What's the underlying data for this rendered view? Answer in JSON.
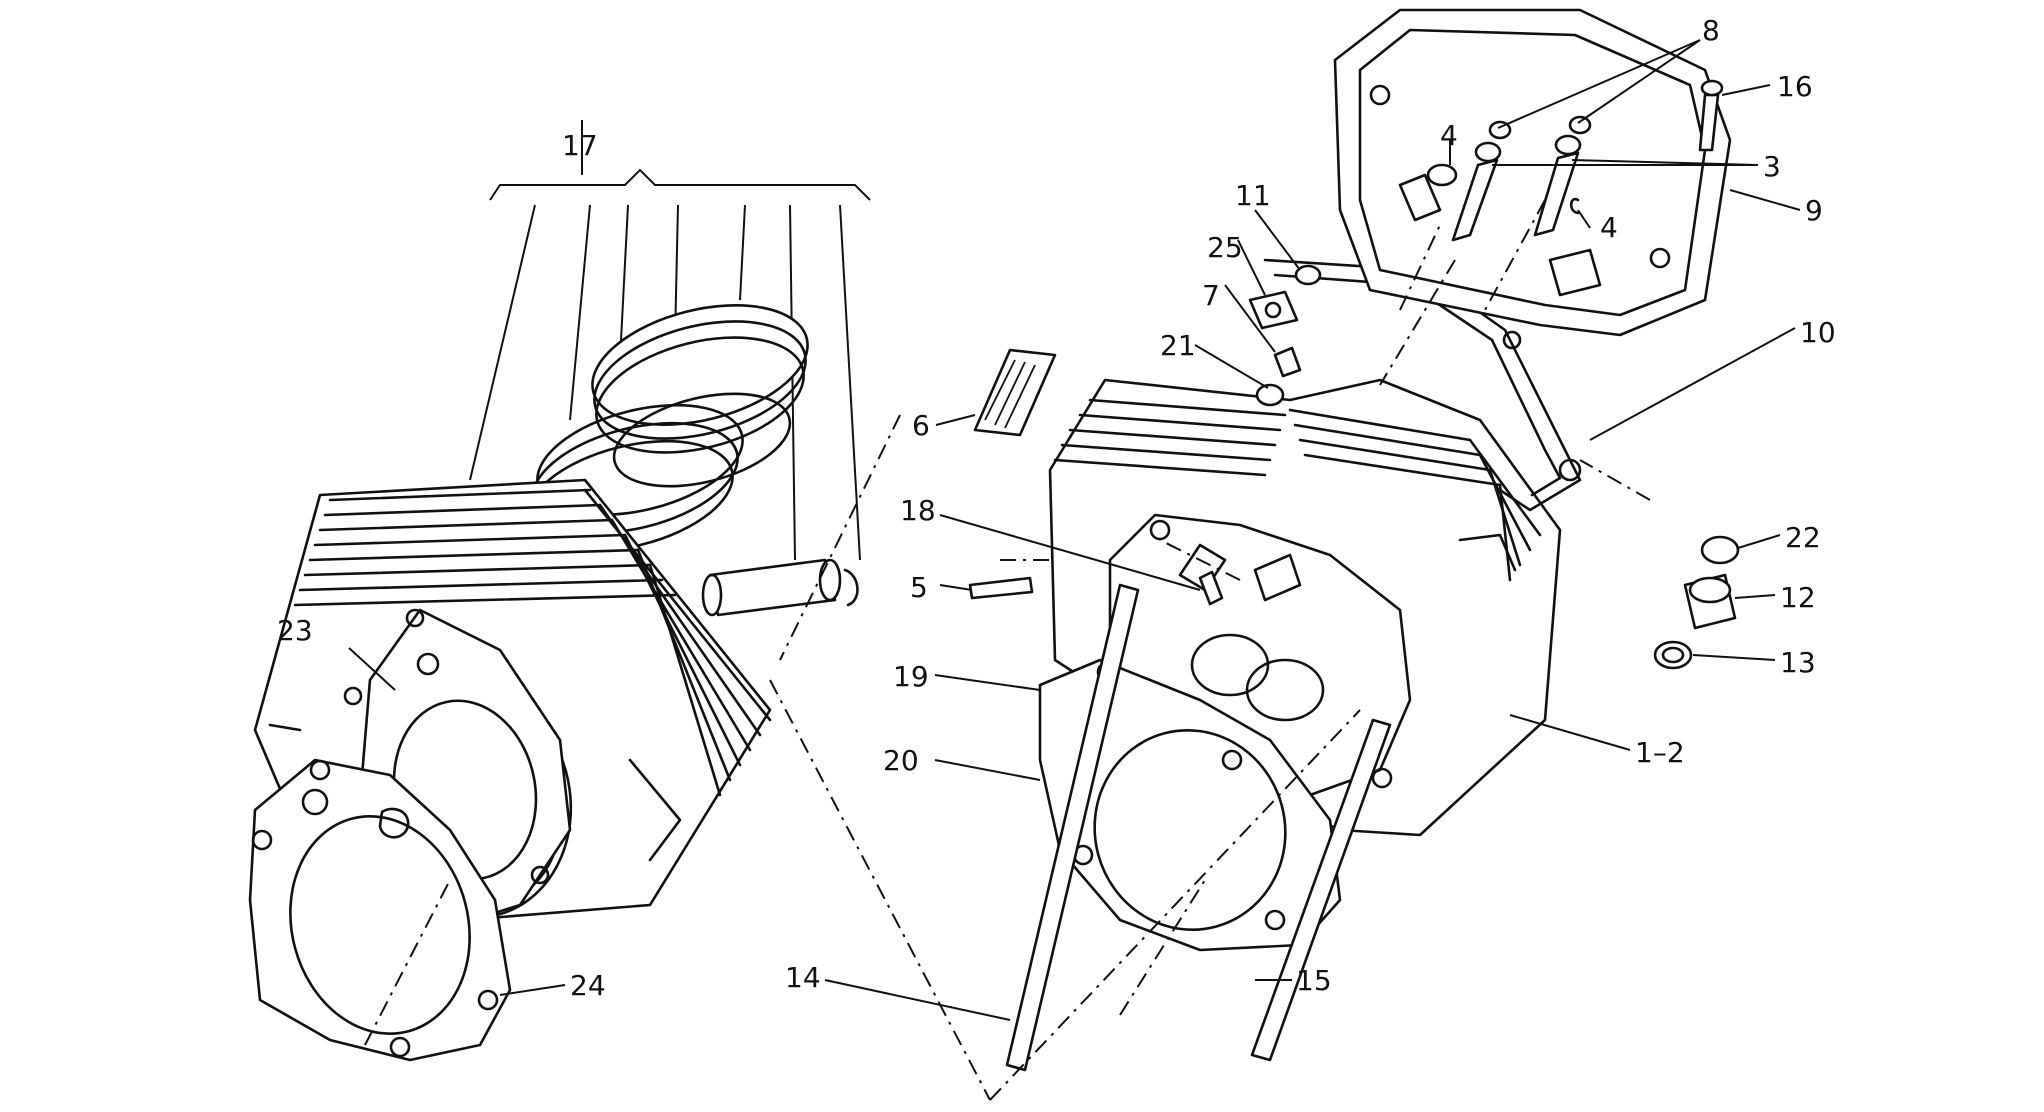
{
  "diagram": {
    "callouts": [
      {
        "id": "17",
        "text": "17"
      },
      {
        "id": "23",
        "text": "23"
      },
      {
        "id": "24",
        "text": "24"
      },
      {
        "id": "6",
        "text": "6"
      },
      {
        "id": "18",
        "text": "18"
      },
      {
        "id": "5",
        "text": "5"
      },
      {
        "id": "19",
        "text": "19"
      },
      {
        "id": "20",
        "text": "20"
      },
      {
        "id": "14",
        "text": "14"
      },
      {
        "id": "15",
        "text": "15"
      },
      {
        "id": "11",
        "text": "11"
      },
      {
        "id": "25",
        "text": "25"
      },
      {
        "id": "7",
        "text": "7"
      },
      {
        "id": "21",
        "text": "21"
      },
      {
        "id": "4a",
        "text": "4"
      },
      {
        "id": "4b",
        "text": "4"
      },
      {
        "id": "8",
        "text": "8"
      },
      {
        "id": "3",
        "text": "3"
      },
      {
        "id": "16",
        "text": "16"
      },
      {
        "id": "9",
        "text": "9"
      },
      {
        "id": "10",
        "text": "10"
      },
      {
        "id": "22",
        "text": "22"
      },
      {
        "id": "12",
        "text": "12"
      },
      {
        "id": "13",
        "text": "13"
      },
      {
        "id": "1-2",
        "text": "1–2"
      }
    ]
  }
}
